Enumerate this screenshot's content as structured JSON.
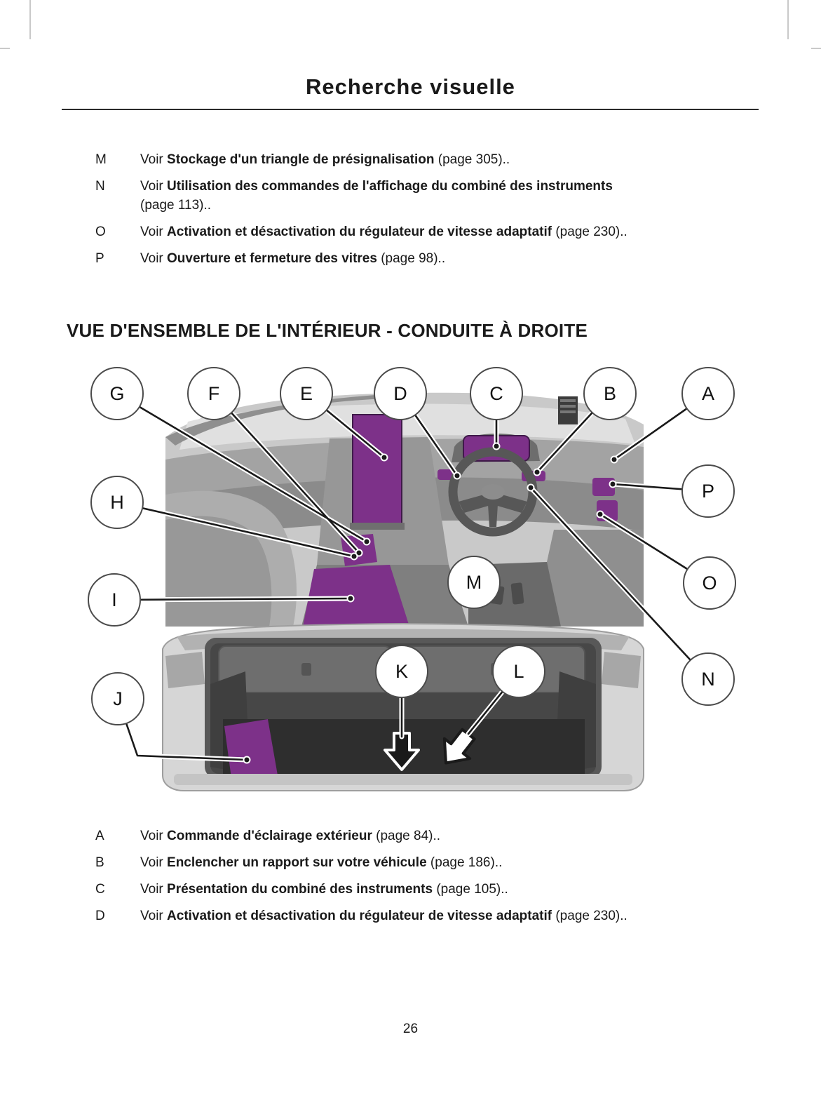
{
  "header": {
    "title": "Recherche visuelle"
  },
  "top_list": {
    "items": [
      {
        "letter": "M",
        "prefix": "Voir ",
        "bold": "Stockage d'un triangle de présignalisation",
        "suffix": " (page 305).."
      },
      {
        "letter": "N",
        "prefix": "Voir ",
        "bold": "Utilisation des commandes de l'affichage du combiné des instruments",
        "suffix": " (page 113).."
      },
      {
        "letter": "O",
        "prefix": "Voir ",
        "bold": "Activation et désactivation du régulateur de vitesse adaptatif",
        "suffix": " (page 230).."
      },
      {
        "letter": "P",
        "prefix": "Voir ",
        "bold": "Ouverture et fermeture des vitres",
        "suffix": " (page 98).."
      }
    ]
  },
  "section": {
    "heading": "VUE D'ENSEMBLE DE L'INTÉRIEUR - CONDUITE À DROITE"
  },
  "diagram": {
    "highlight_color": "#7d3189",
    "callouts": [
      {
        "label": "G"
      },
      {
        "label": "F"
      },
      {
        "label": "E"
      },
      {
        "label": "D"
      },
      {
        "label": "C"
      },
      {
        "label": "B"
      },
      {
        "label": "A"
      },
      {
        "label": "P"
      },
      {
        "label": "H"
      },
      {
        "label": "O"
      },
      {
        "label": "I"
      },
      {
        "label": "M"
      },
      {
        "label": "K"
      },
      {
        "label": "L"
      },
      {
        "label": "N"
      },
      {
        "label": "J"
      }
    ]
  },
  "bottom_list": {
    "items": [
      {
        "letter": "A",
        "prefix": "Voir ",
        "bold": "Commande d'éclairage extérieur",
        "suffix": " (page 84).."
      },
      {
        "letter": "B",
        "prefix": "Voir ",
        "bold": "Enclencher un rapport sur votre véhicule",
        "suffix": " (page 186).."
      },
      {
        "letter": "C",
        "prefix": "Voir ",
        "bold": "Présentation du combiné des instruments",
        "suffix": " (page 105).."
      },
      {
        "letter": "D",
        "prefix": "Voir ",
        "bold": "Activation et désactivation du régulateur de vitesse adaptatif",
        "suffix": " (page 230).."
      }
    ]
  },
  "footer": {
    "page_number": "26"
  }
}
